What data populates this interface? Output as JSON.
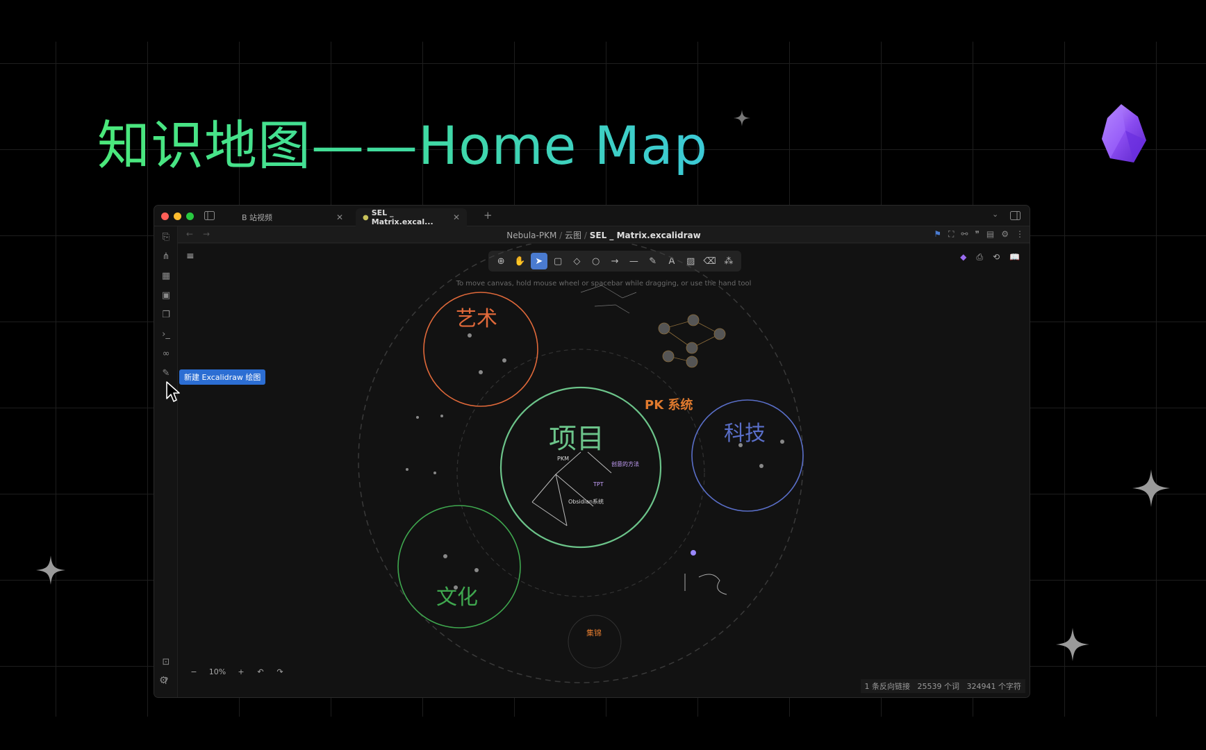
{
  "slide": {
    "headline": "知识地图——Home Map"
  },
  "window": {
    "tabs": [
      {
        "label": "B 站视频"
      },
      {
        "label": "SEL _ Matrix.excal..."
      }
    ],
    "breadcrumb": {
      "vault": "Nebula-PKM",
      "folder": "云图",
      "file": "SEL _ Matrix.excalidraw",
      "sep": "/"
    },
    "canvas_hint": "To move canvas, hold mouse wheel or spacebar while dragging, or use the hand tool",
    "tooltip": "新建 Excalidraw 绘图",
    "zoom": "10%",
    "status": {
      "backlinks": "1 条反向链接",
      "words": "25539 个词",
      "chars": "324941 个字符"
    }
  },
  "map": {
    "labels": {
      "art": "艺术",
      "project": "项目",
      "tech": "科技",
      "culture": "文化",
      "pk": "PK 系统",
      "collection": "集锦"
    },
    "nodes": {
      "pkm": "PKM",
      "method": "创意的方法",
      "tpt": "TPT",
      "obsidian": "Obsidian系统"
    }
  },
  "colors": {
    "art": "#e0693a",
    "project": "#6cc48a",
    "tech": "#5a6fc9",
    "culture": "#3fa84f",
    "pk": "#e07a2e",
    "accent": "#4a7bd0"
  }
}
